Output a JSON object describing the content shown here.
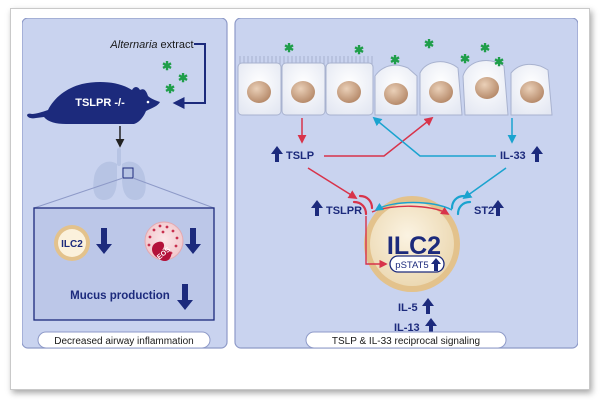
{
  "left_panel": {
    "stimulus": {
      "italic": "Alternaria",
      "rest": " extract"
    },
    "mouse_label": "TSLPR -/-",
    "cell_label": "ILC2",
    "eos_label": "EOS",
    "mucus_label": "Mucus production",
    "caption": "Decreased airway inflammation"
  },
  "right_panel": {
    "tslp_label": "TSLP",
    "il33_label": "IL-33",
    "tslpr_label": "TSLPR",
    "st2_label": "ST2",
    "cell_label": "ILC2",
    "pstat5_label": "pSTAT5",
    "il5_label": "IL-5",
    "il13_label": "IL-13",
    "caption": "TSLP & IL-33 reciprocal signaling"
  },
  "colors": {
    "panel_bg": "#c9d3ef",
    "panel_border": "#8e9ac8",
    "dark_blue": "#1c2a7c",
    "up_arrow": "#1c2a7c",
    "tslp_red": "#d8334a",
    "il33_cyan": "#1aa3cf",
    "spore_green": "#1f9e4a",
    "cell_fill": "#f6ead2",
    "nucleus": "#cfa98a",
    "eos_red": "#b3123a"
  }
}
